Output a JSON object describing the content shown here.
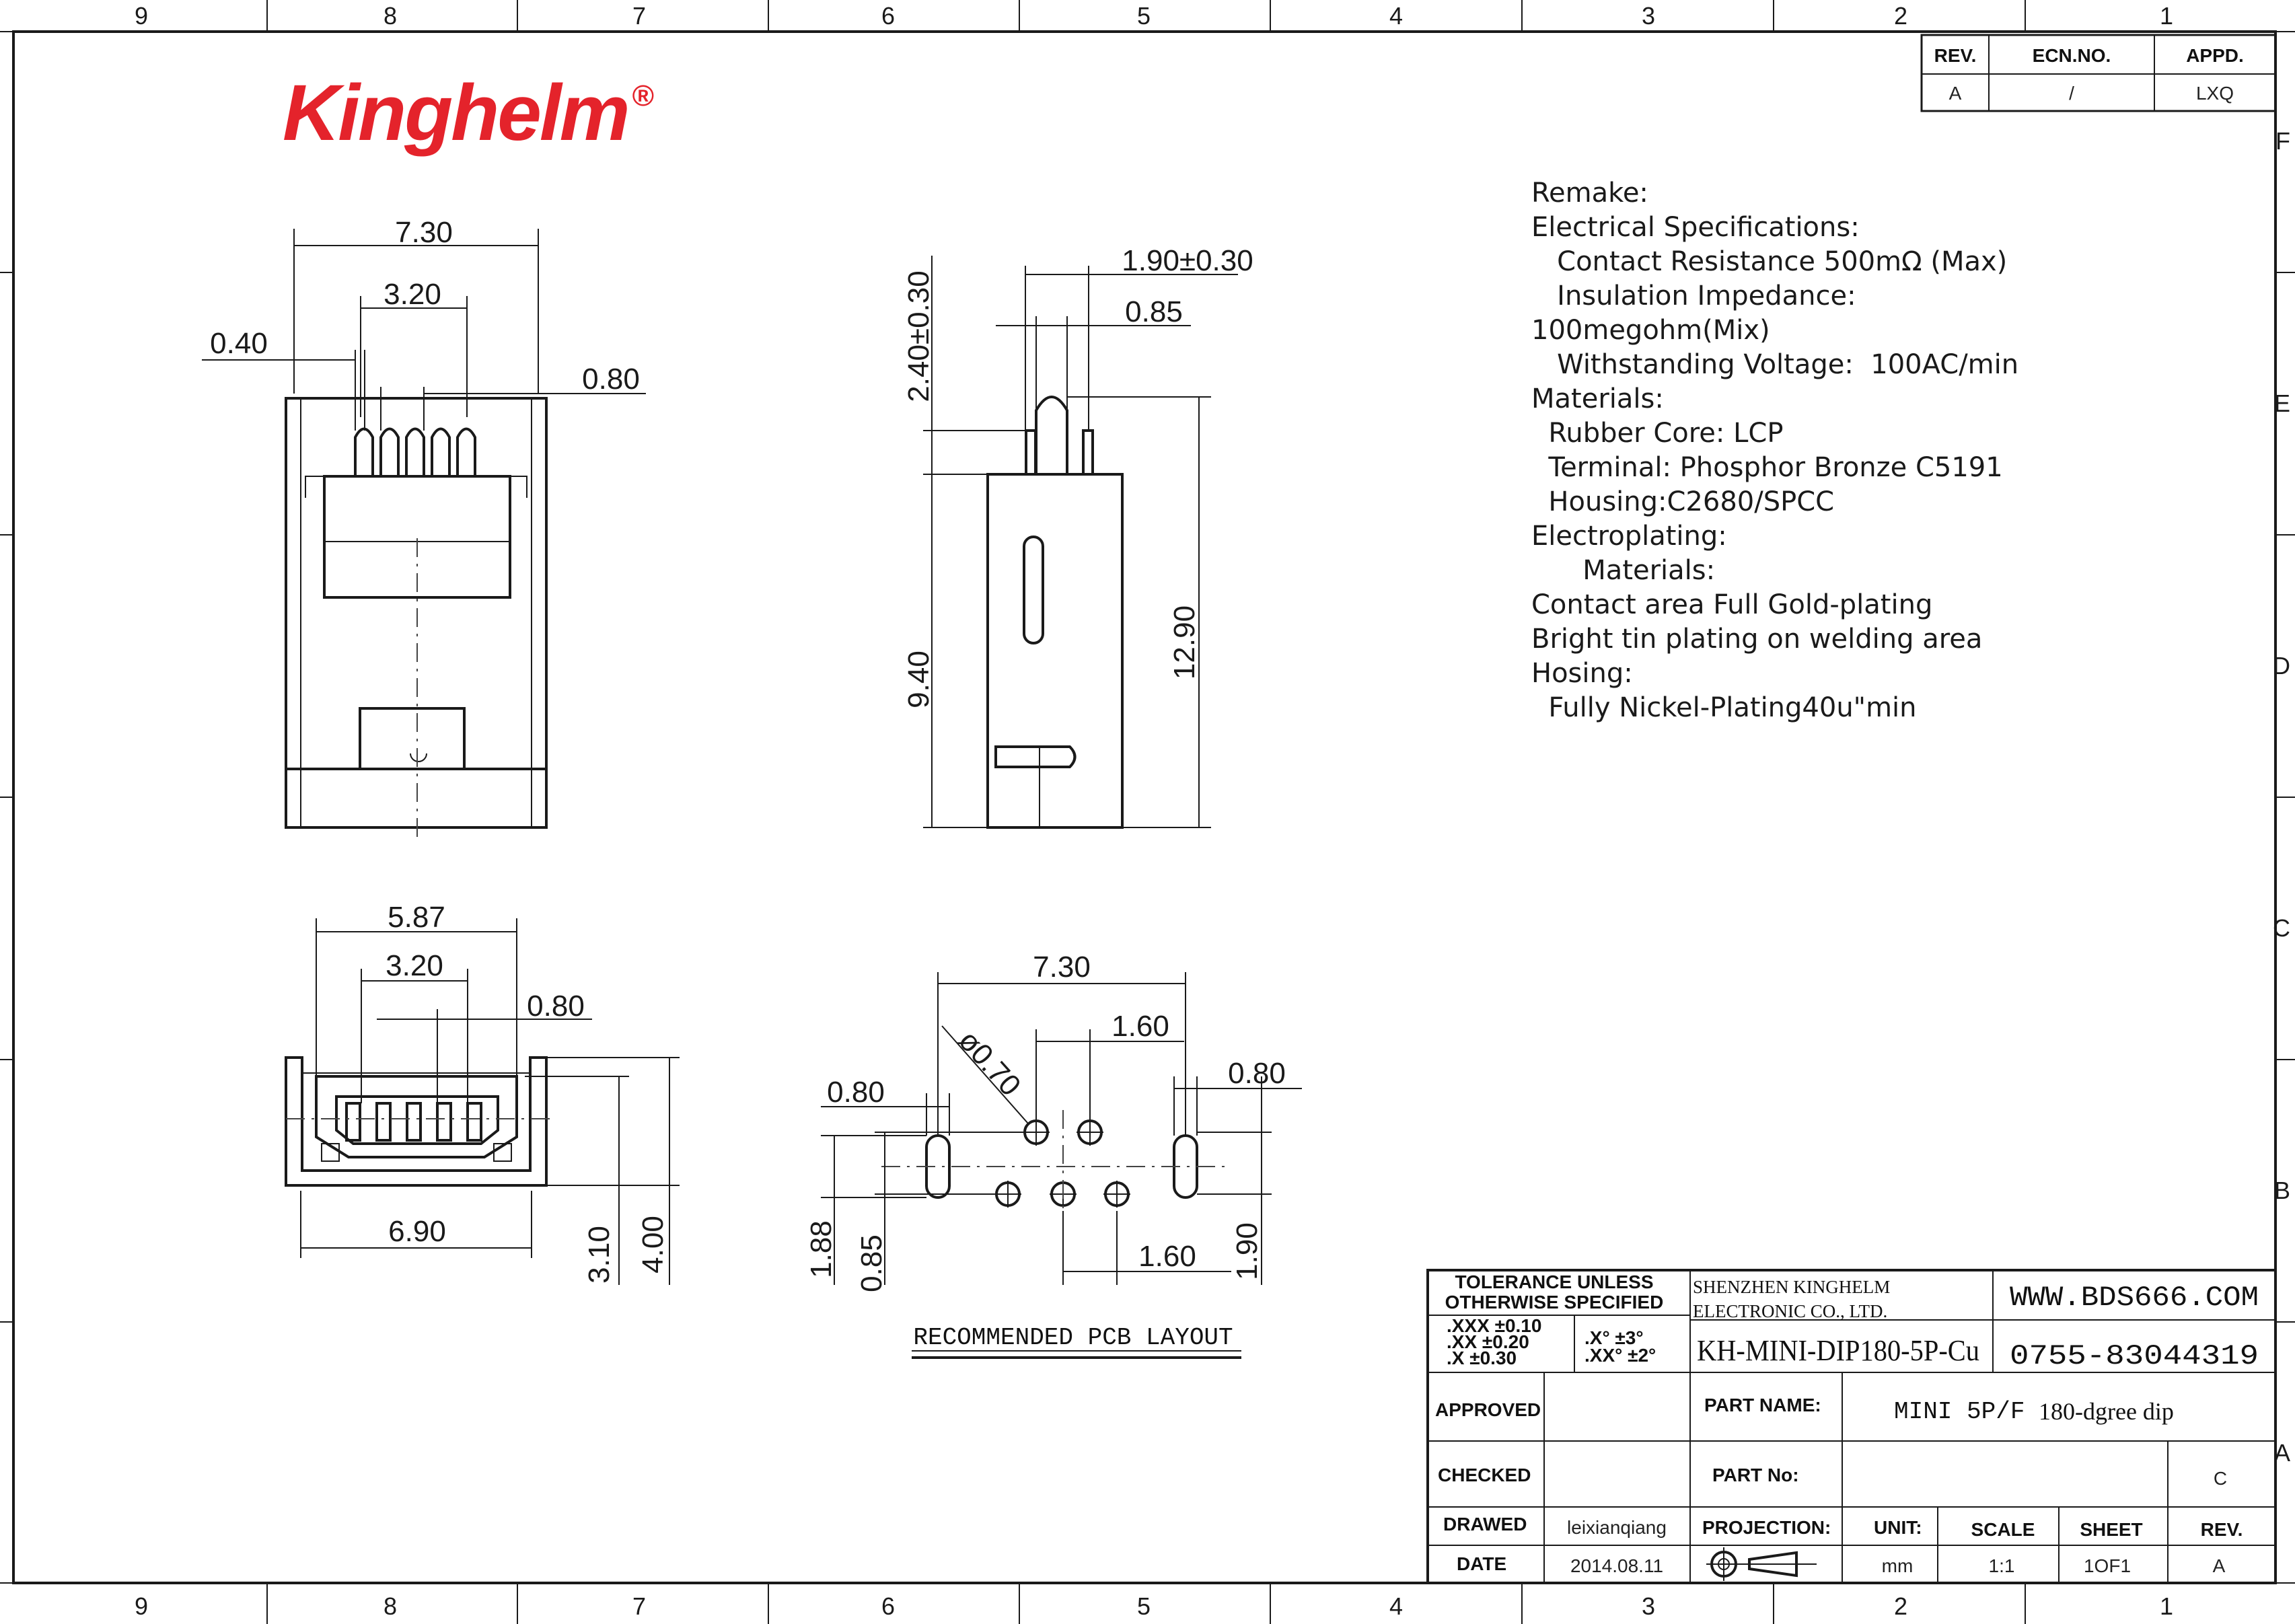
{
  "brand": {
    "logo_text": "Kinghelm",
    "registered": "®",
    "color": "#e4232b"
  },
  "zones": {
    "columns": [
      "9",
      "8",
      "7",
      "6",
      "5",
      "4",
      "3",
      "2",
      "1"
    ],
    "rows": [
      "F",
      "E",
      "D",
      "C",
      "B",
      "A"
    ]
  },
  "revision_table": {
    "headers": [
      "REV.",
      "ECN.NO.",
      "APPD."
    ],
    "row": [
      "A",
      "/",
      "LXQ"
    ]
  },
  "notes": [
    "Remake:",
    "Electrical Specifications:",
    "   Contact Resistance 500mΩ (Max)",
    "   Insulation Impedance:",
    "100megohm(Mix)",
    "   Withstanding Voltage:  100AC/min",
    "Materials:",
    "  Rubber Core: LCP",
    "  Terminal: Phosphor Bronze C5191",
    "  Housing:C2680/SPCC",
    "Electroplating:",
    "      Materials:",
    "Contact area Full Gold-plating",
    "Bright tin plating on welding area",
    "Hosing:",
    "  Fully Nickel-Plating40u\"min"
  ],
  "front_view": {
    "dims": [
      "7.30",
      "3.20",
      "0.40",
      "0.80"
    ]
  },
  "side_view": {
    "dims": [
      "1.90±0.30",
      "0.85",
      "2.40±0.30",
      "9.40",
      "12.90"
    ]
  },
  "end_view": {
    "dims": [
      "5.87",
      "3.20",
      "0.80",
      "6.90",
      "3.10",
      "4.00"
    ]
  },
  "pcb_layout": {
    "title": "RECOMMENDED PCB LAYOUT",
    "dims": [
      "7.30",
      "ø0.70",
      "1.60",
      "0.80",
      "0.80",
      "1.88",
      "0.85",
      "1.60",
      "1.90"
    ]
  },
  "title_block": {
    "tolerance_header_1": "TOLERANCE UNLESS",
    "tolerance_header_2": "OTHERWISE SPECIFIED",
    "tol_xxx": ".XXX  ±0.10",
    "tol_xx": ".XX   ±0.20",
    "tol_x": ".X     ±0.30",
    "ang_x": ".X°   ±3°",
    "ang_xx": ".XX°  ±2°",
    "company_1": "SHENZHEN KINGHELM",
    "company_2": "ELECTRONIC CO., LTD.",
    "model": "KH-MINI-DIP180-5P-Cu",
    "website": "WWW.BDS666.COM",
    "phone": "0755-83044319",
    "approved_label": "APPROVED",
    "checked_label": "CHECKED",
    "drawed_label": "DRAWED",
    "date_label": "DATE",
    "drawed_value": "leixianqiang",
    "date_value": "2014.08.11",
    "part_name_label": "PART  NAME:",
    "part_name_value": "MINI 5P/F",
    "part_name_value_2": "180-dgree dip",
    "part_no_label": "PART  No:",
    "part_no_value": "C",
    "projection_label": "PROJECTION:",
    "unit_label": "UNIT:",
    "unit_value": "mm",
    "scale_label": "SCALE",
    "scale_value": "1:1",
    "sheet_label": "SHEET",
    "sheet_value": "1OF1",
    "rev_label": "REV.",
    "rev_value": "A"
  }
}
